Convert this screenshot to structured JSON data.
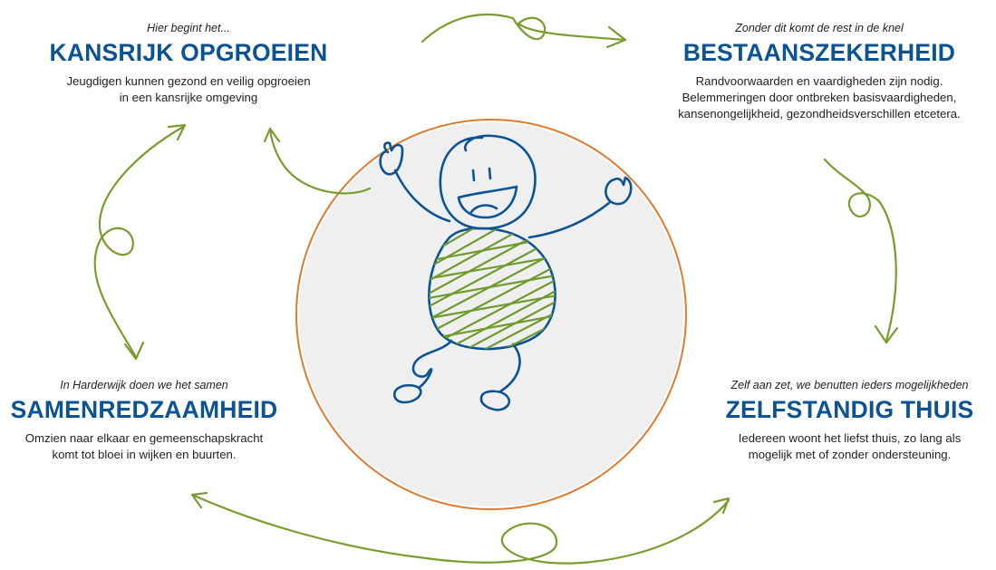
{
  "colors": {
    "title": "#0b5394",
    "arrow": "#789d2f",
    "ring": "#e07a2e",
    "disc": "#efefef",
    "figure_line": "#0b5394",
    "belly_hatch": "#6f9a2c"
  },
  "sections": {
    "top_left": {
      "kicker": "Hier begint het...",
      "title": "KANSRIJK OPGROEIEN",
      "description": "Jeugdigen kunnen gezond en veilig opgroeien\nin een kansrijke omgeving"
    },
    "top_right": {
      "kicker": "Zonder dit komt de rest in de knel",
      "title": "BESTAANSZEKERHEID",
      "description": "Randvoorwaarden en vaardigheden zijn nodig.\nBelemmeringen door ontbreken basisvaardigheden,\nkansenongelijkheid, gezondheidsverschillen etcetera."
    },
    "bottom_left": {
      "kicker": "In Harderwijk doen we het samen",
      "title": "SAMENREDZAAMHEID",
      "description": "Omzien naar elkaar en gemeenschapskracht\nkomt tot bloei in wijken en buurten."
    },
    "bottom_right": {
      "kicker": "Zelf aan zet, we benutten ieders mogelijkheden",
      "title": "ZELFSTANDIG THUIS",
      "description": "Iedereen woont het liefst thuis, zo lang als\nmogelijk met of zonder ondersteuning."
    }
  },
  "icons": {
    "center": "jumping-stick-figure-icon",
    "arrows": "curly-arrow-icon"
  }
}
